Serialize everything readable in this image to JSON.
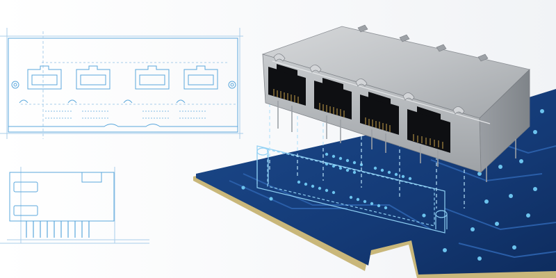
{
  "scene": {
    "subject": "rj45-quad-port-connector",
    "colors": {
      "background": "#ffffff",
      "blueprint_line": "#5aa7dc",
      "blueprint_faint": "#a9cdea",
      "pcb_blue": "#163c78",
      "pcb_edge": "#c9b77a",
      "pad": "#6cc3ee",
      "shield_metal": "#b9bcc0",
      "port_black": "#0e0f12",
      "contact_gold": "#c8a24a"
    },
    "ports": 4,
    "icons": [
      "blueprint-front-view",
      "blueprint-side-view",
      "pcb-board",
      "connector-housing"
    ]
  }
}
